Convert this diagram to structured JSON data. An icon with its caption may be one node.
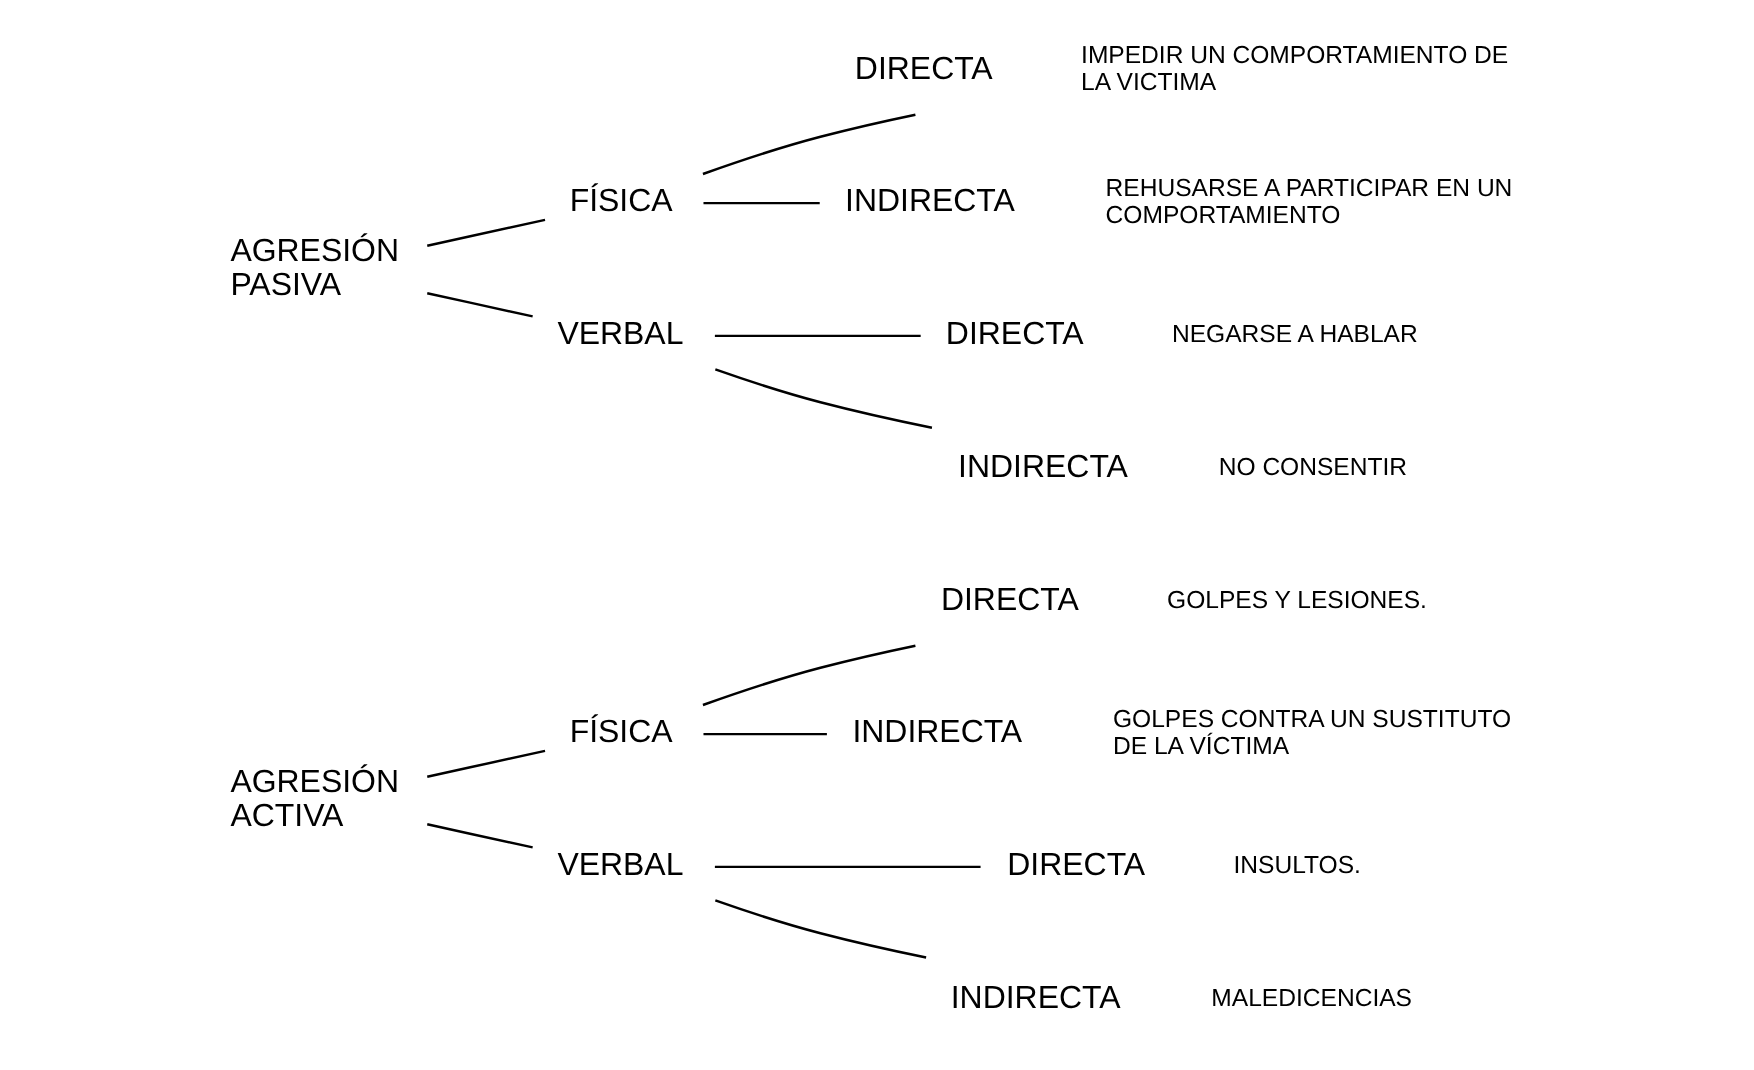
{
  "diagram": {
    "nodes": [
      {
        "text": [
          "AGRESIÓN ACTIVA"
        ]
      },
      {
        "text": [
          "FÍSICA"
        ]
      },
      {
        "text": [
          "DIRECTA"
        ],
        "beside": [
          "GOLPES Y LESIONES."
        ]
      },
      {
        "text": [
          "INDIRECTA"
        ],
        "beside": [
          "GOLPES CONTRA UN SUSTITUTO DE LA VÍCTIMA"
        ]
      },
      {
        "text": [
          "VERBAL"
        ]
      },
      {
        "text": [
          "DIRECTA"
        ],
        "beside": [
          "INSULTOS."
        ]
      },
      {
        "text": [
          "INDIRECTA"
        ],
        "beside": [
          "MALEDICENCIAS"
        ]
      },
      {
        "text": [
          "AGRESIÓN PASIVA"
        ]
      },
      {
        "text": [
          "FÍSICA"
        ]
      },
      {
        "text": [
          "DIRECTA"
        ],
        "beside": [
          "IMPEDIR UN COMPORTAMIENTO DE LA VICTIMA"
        ]
      },
      {
        "text": [
          "INDIRECTA"
        ],
        "beside": [
          "REHUSARSE A PARTICIPAR EN UN COMPORTAMIENTO"
        ]
      },
      {
        "text": [
          "VERBAL"
        ]
      },
      {
        "text": [
          "DIRECTA"
        ],
        "beside": [
          "NEGARSE A HABLAR"
        ]
      },
      {
        "text": [
          "INDIRECTA"
        ],
        "beside": [
          "NO CONSENTIR"
        ]
      }
    ],
    "edges": [
      {
        "from": 0,
        "to": 1,
        "arrow": "none"
      },
      {
        "from": 1,
        "to": 2,
        "arrow": "none"
      },
      {
        "from": 1,
        "to": 3,
        "arrow": "none"
      },
      {
        "from": 0,
        "to": 4,
        "arrow": "none"
      },
      {
        "from": 4,
        "to": 5,
        "arrow": "none"
      },
      {
        "from": 4,
        "to": 6,
        "arrow": "none"
      },
      {
        "from": 7,
        "to": 8,
        "arrow": "none"
      },
      {
        "from": 8,
        "to": 9,
        "arrow": "none"
      },
      {
        "from": 8,
        "to": 10,
        "arrow": "none"
      },
      {
        "from": 7,
        "to": 11,
        "arrow": "none"
      },
      {
        "from": 11,
        "to": 12,
        "arrow": "none"
      },
      {
        "from": 11,
        "to": 13,
        "arrow": "none"
      }
    ]
  }
}
